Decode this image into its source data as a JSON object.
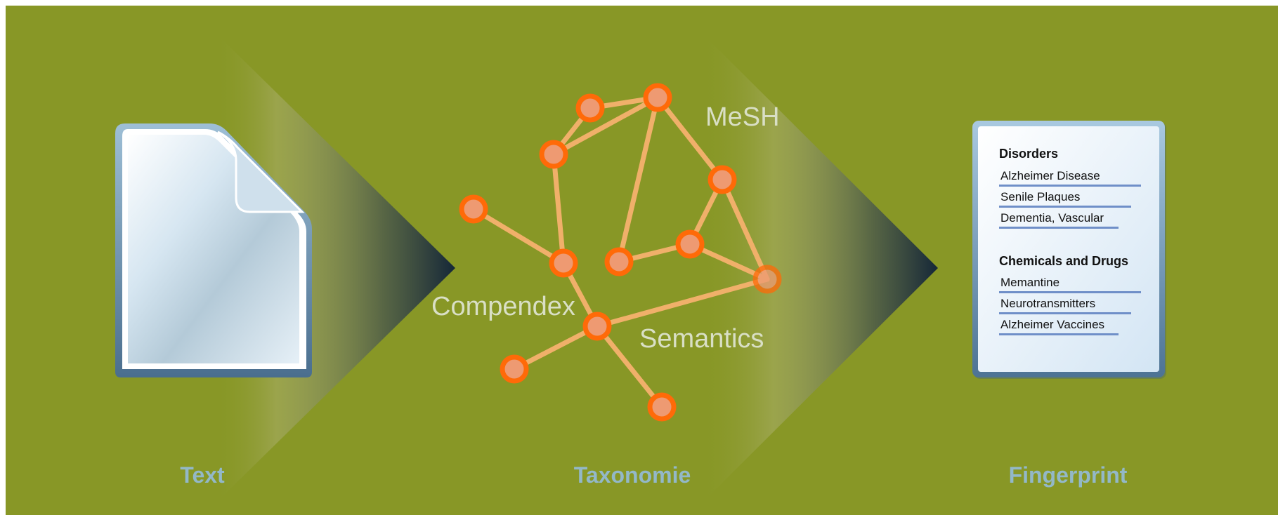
{
  "stages": {
    "text": "Text",
    "taxonomie": "Taxonomie",
    "fingerprint": "Fingerprint"
  },
  "network": {
    "mesh": "MeSH",
    "compendex": "Compendex",
    "semantics": "Semantics"
  },
  "fingerprint": {
    "sections": [
      {
        "title": "Disorders",
        "items": [
          "Alzheimer Disease",
          "Senile Plaques",
          "Dementia, Vascular"
        ]
      },
      {
        "title": "Chemicals and Drugs",
        "items": [
          "Memantine",
          "Neurotransmitters",
          "Alzheimer Vaccines"
        ]
      }
    ]
  },
  "colors": {
    "background": "#889726",
    "node_fill": "#ee9a72",
    "node_ring": "#ff6a08",
    "edge": "#f0b06a",
    "label_blue": "#93b8c8"
  }
}
